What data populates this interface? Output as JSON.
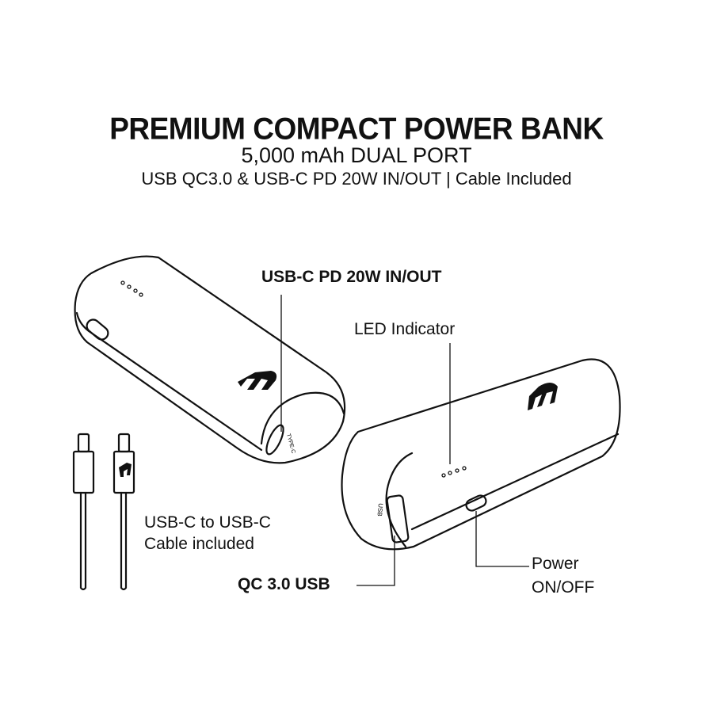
{
  "header": {
    "title": "PREMIUM COMPACT POWER BANK",
    "subtitle": "5,000 mAh DUAL PORT",
    "features": "USB QC3.0 & USB-C PD 20W IN/OUT | Cable Included"
  },
  "callouts": {
    "usbc": "USB-C PD 20W IN/OUT",
    "led": "LED Indicator",
    "cable_line1": "USB-C to USB-C",
    "cable_line2": "Cable included",
    "qc": "QC 3.0 USB",
    "power_line1": "Power",
    "power_line2": "ON/OFF"
  },
  "port_labels": {
    "typec": "TYPE-C",
    "usb": "USB"
  },
  "colors": {
    "ink": "#111111",
    "background": "#ffffff"
  }
}
